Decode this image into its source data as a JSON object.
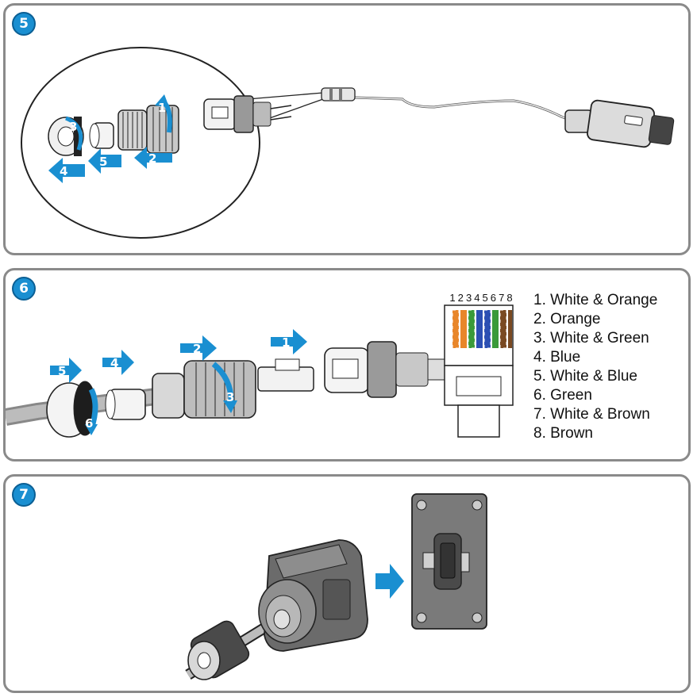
{
  "steps": [
    {
      "number": "5",
      "arrows": [
        "1",
        "2",
        "3",
        "4",
        "5"
      ]
    },
    {
      "number": "6",
      "arrows": [
        "1",
        "2",
        "3",
        "4",
        "5",
        "6"
      ]
    },
    {
      "number": "7"
    }
  ],
  "pin_numbers": [
    "1",
    "2",
    "3",
    "4",
    "5",
    "6",
    "7",
    "8"
  ],
  "wiring": [
    "1. White & Orange",
    "2. Orange",
    "3. White & Green",
    "4. Blue",
    "5. White & Blue",
    "6. Green",
    "7. White & Brown",
    "8. Brown"
  ],
  "colors": {
    "accent_blue": "#1a8fd1",
    "panel_border": "#8a8a8a",
    "orange": "#e8862a",
    "green": "#3a9a3a",
    "blue": "#2b4fb3",
    "brown": "#7a4a22"
  }
}
